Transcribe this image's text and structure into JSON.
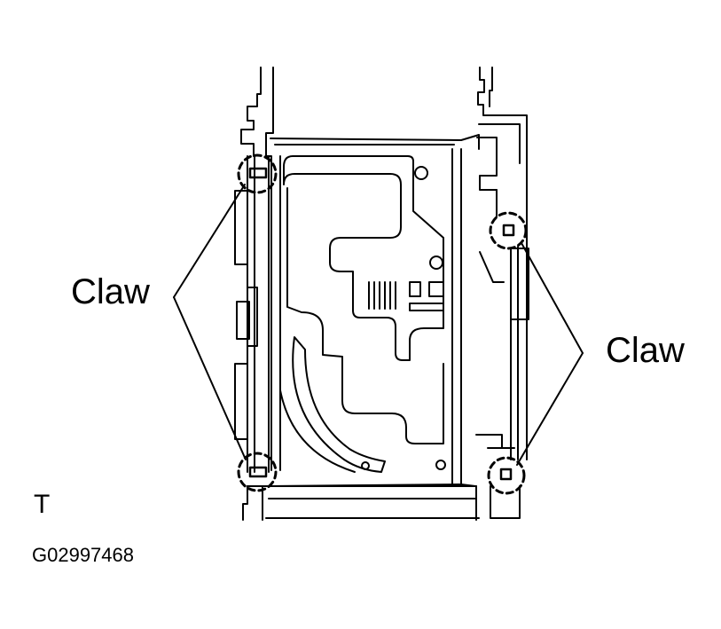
{
  "labels": {
    "claw_left": "Claw",
    "claw_right": "Claw",
    "view_code": "T",
    "figure_id": "G02997468"
  },
  "colors": {
    "line": "#000000",
    "background": "#ffffff"
  }
}
